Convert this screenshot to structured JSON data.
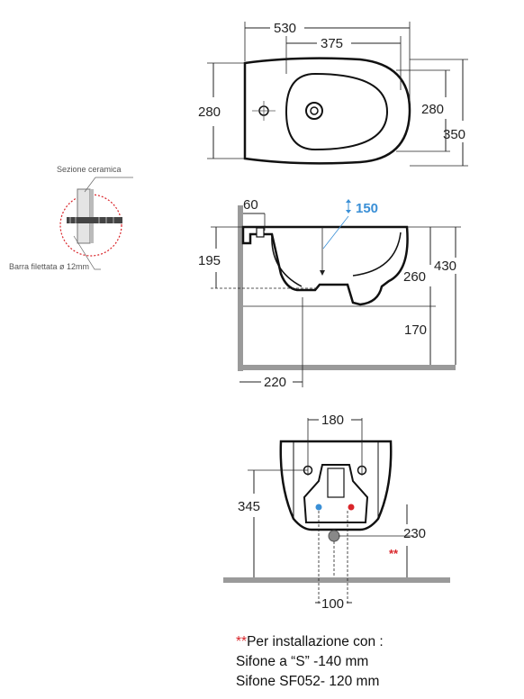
{
  "top_view": {
    "width_total": "530",
    "width_inner": "375",
    "height_left": "280",
    "height_right_inner": "280",
    "height_right_total": "350"
  },
  "side_view": {
    "wall_offset": "60",
    "flow_label": "150",
    "height_upper": "195",
    "height_mid": "260",
    "height_total": "430",
    "height_floor": "170",
    "depth": "220"
  },
  "detail": {
    "label_ceramic": "Sezione ceramica",
    "label_rod": "Barra filettata ø 12mm"
  },
  "front_view": {
    "width_fixings": "180",
    "height_left": "345",
    "height_drain": "230",
    "drain_marker": "**",
    "width_drain": "100"
  },
  "note": {
    "marker": "**",
    "line1": "Per installazione con :",
    "line2": "Sifone a “S” -140 mm",
    "line3": "Sifone SF052- 120 mm"
  },
  "colors": {
    "line": "#222222",
    "wall": "#9a9a9a",
    "accent_blue": "#3a8fd6",
    "accent_red": "#d9252a"
  }
}
